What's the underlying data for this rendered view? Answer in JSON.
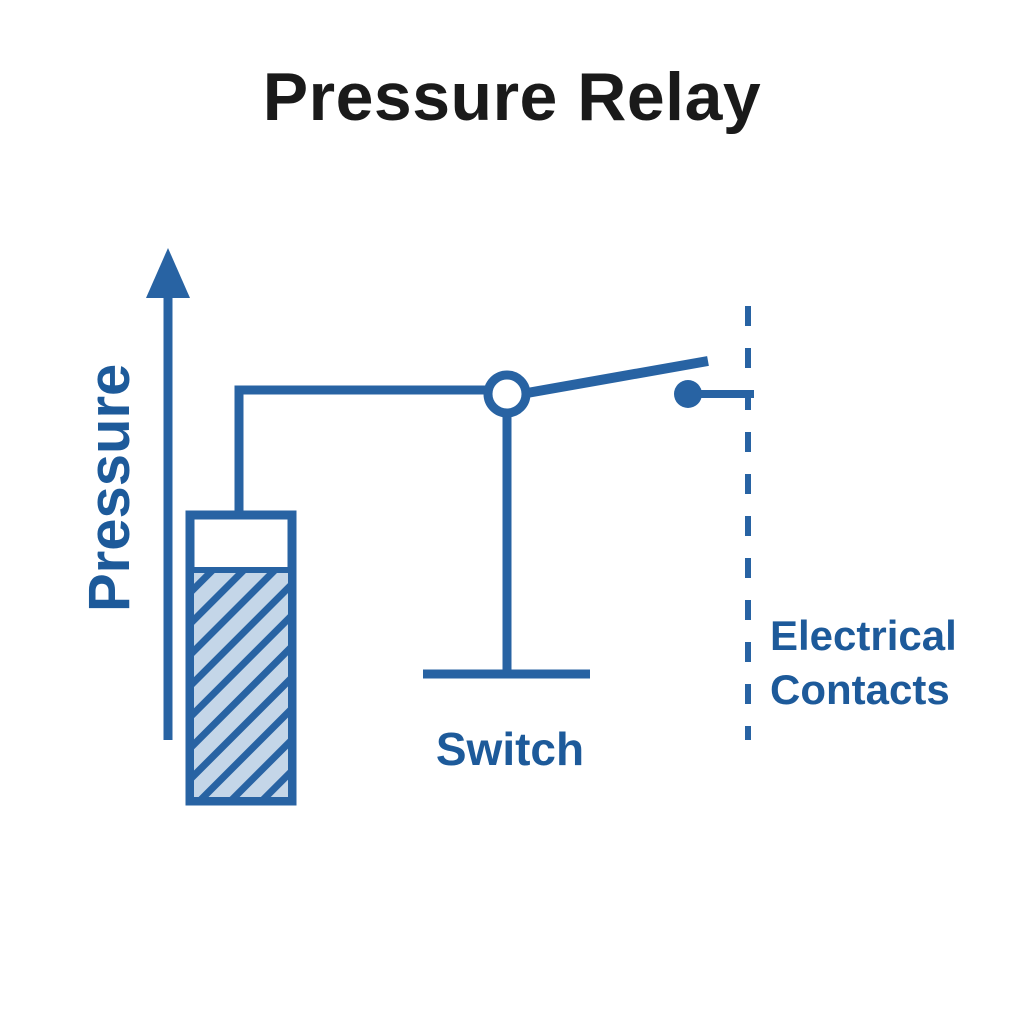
{
  "title": "Pressure Relay",
  "labels": {
    "pressure": "Pressure",
    "switch": "Switch",
    "electrical_line1": "Electrical",
    "electrical_line2": "Contacts"
  },
  "colors": {
    "stroke": "#2863a3",
    "label": "#1d5a9a",
    "hatch_fill": "#c4d6e8",
    "title": "#1a1a1a",
    "background": "#ffffff"
  }
}
